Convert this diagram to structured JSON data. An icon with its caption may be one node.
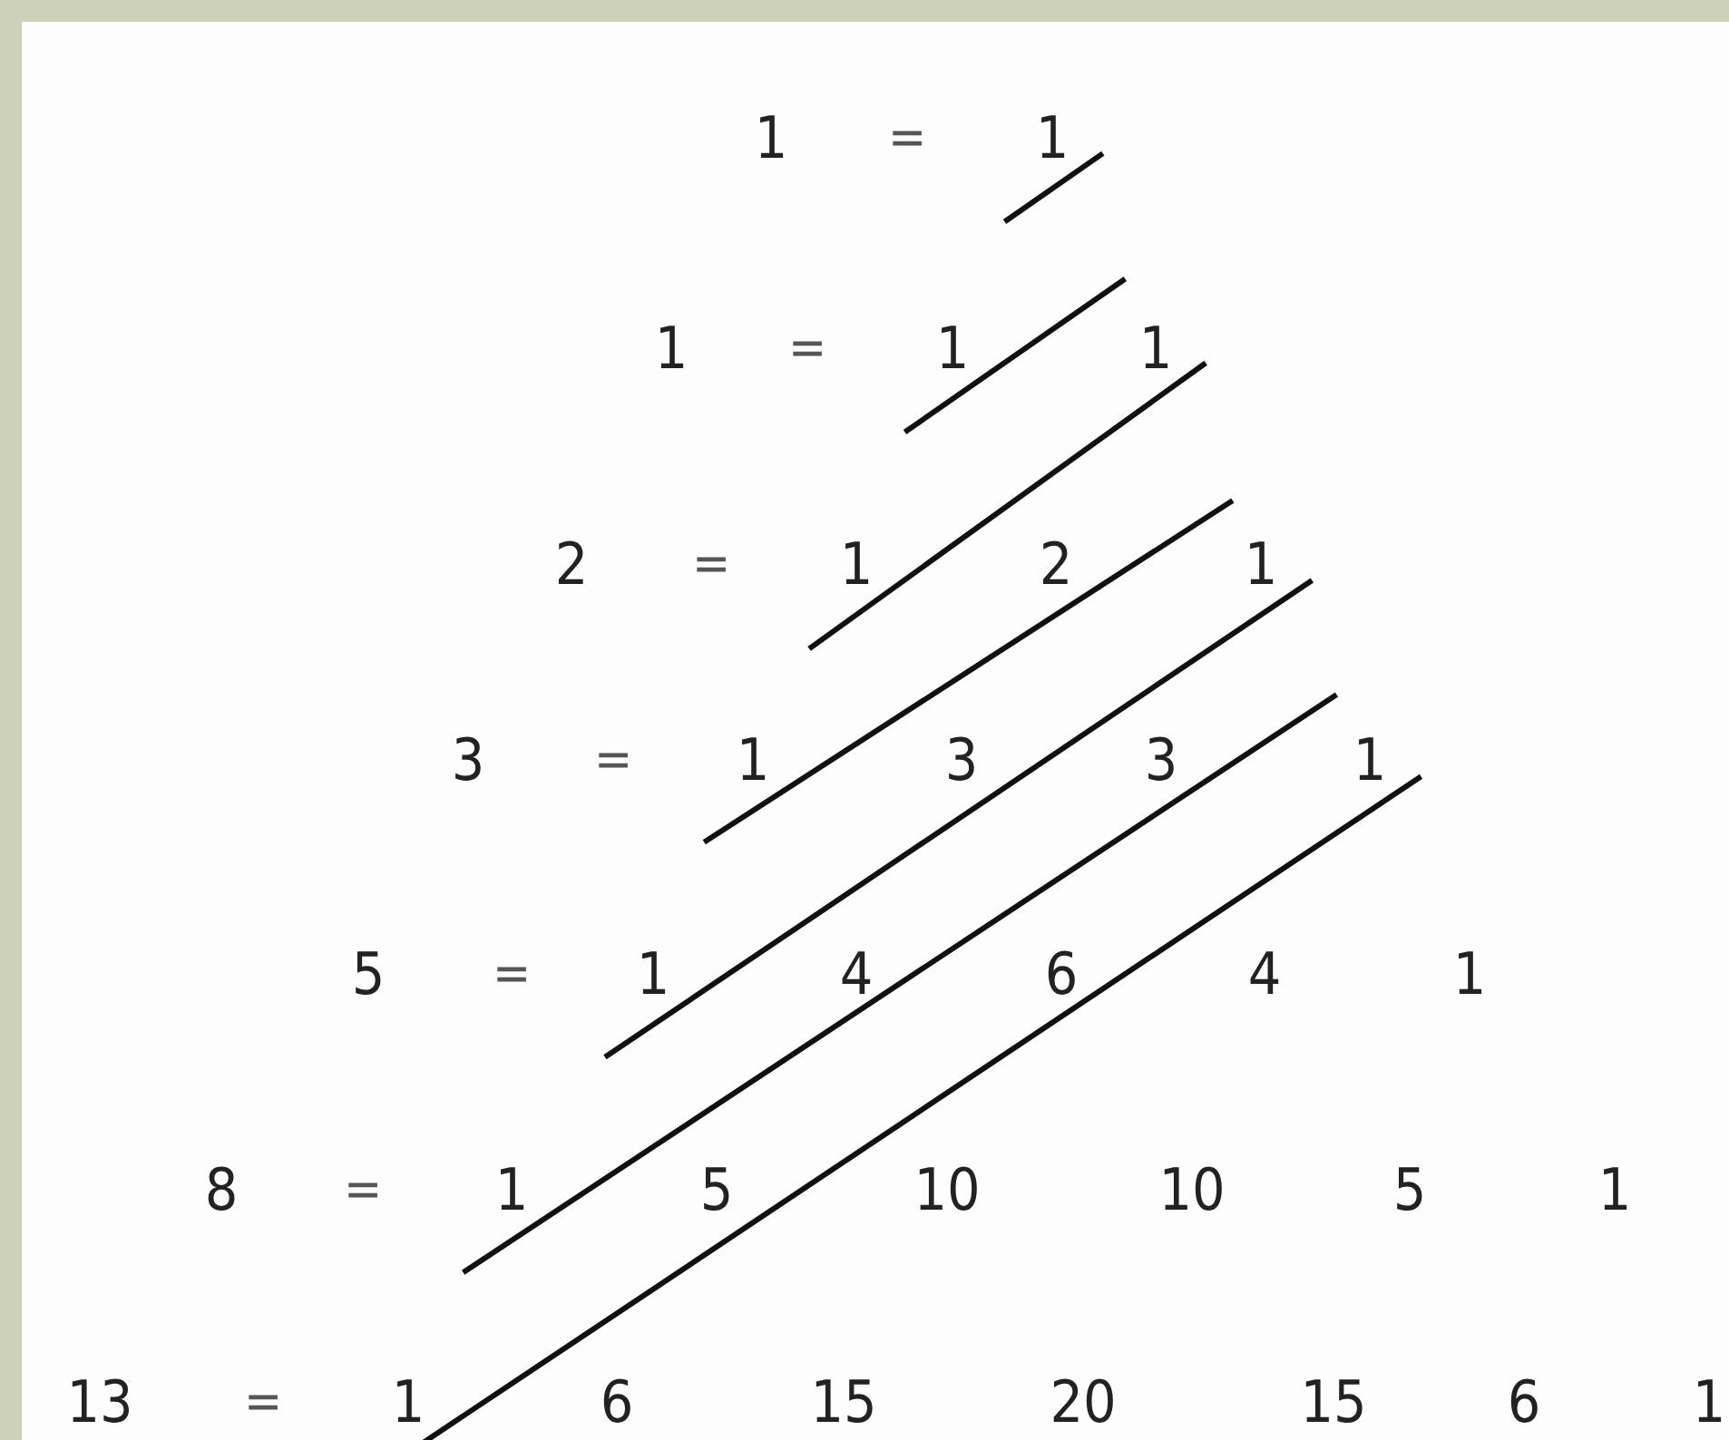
{
  "diagram": {
    "labels": [
      "1",
      "=",
      "1",
      "1",
      "=",
      "1",
      "1",
      "2",
      "=",
      "1",
      "2",
      "1",
      "3",
      "=",
      "1",
      "3",
      "3",
      "1",
      "5",
      "=",
      "1",
      "4",
      "6",
      "4",
      "1",
      "8",
      "=",
      "1",
      "5",
      "10",
      "10",
      "5",
      "1",
      "13",
      "=",
      "1",
      "6",
      "15",
      "20",
      "15",
      "6",
      "1"
    ]
  }
}
